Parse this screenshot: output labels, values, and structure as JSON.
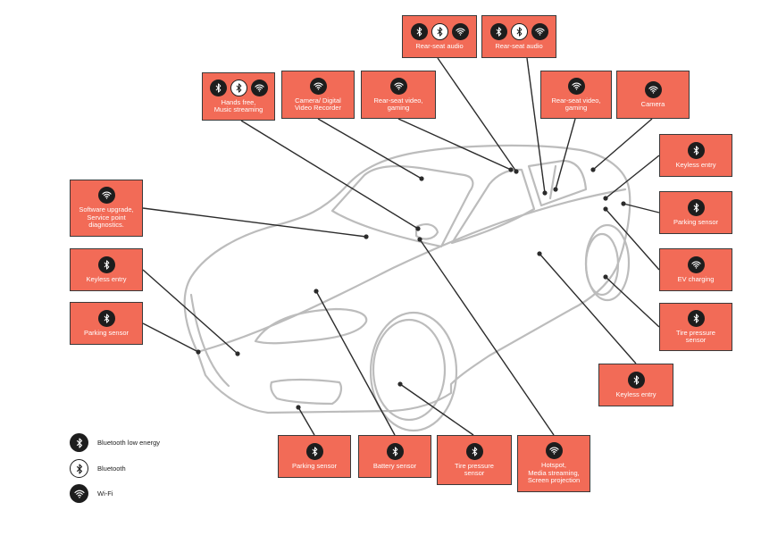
{
  "colors": {
    "box_fill": "#f26b57",
    "icon_dark": "#1d1d1d",
    "car_outline": "#bcbcbc",
    "leader": "#2b2b2b"
  },
  "icons": {
    "bluetooth_low_energy": "bluetooth-icon (dark)",
    "bluetooth": "bluetooth-icon (light)",
    "wifi": "wifi-icon (dark)"
  },
  "boxes": [
    {
      "id": "rear-seat-audio-1",
      "label": "Rear-seat audio",
      "icons": [
        "ble",
        "bt",
        "wifi"
      ]
    },
    {
      "id": "rear-seat-audio-2",
      "label": "Rear-seat audio",
      "icons": [
        "ble",
        "bt",
        "wifi"
      ]
    },
    {
      "id": "hands-free",
      "label": "Hands free,\nMusic streaming",
      "icons": [
        "ble",
        "bt",
        "wifi"
      ]
    },
    {
      "id": "camera-dvr",
      "label": "Camera/ Digital\nVideo Recorder",
      "icons": [
        "wifi"
      ]
    },
    {
      "id": "rear-seat-video-1",
      "label": "Rear-seat video,\ngaming",
      "icons": [
        "wifi"
      ]
    },
    {
      "id": "rear-seat-video-2",
      "label": "Rear-seat video,\ngaming",
      "icons": [
        "wifi"
      ]
    },
    {
      "id": "camera",
      "label": "Camera",
      "icons": [
        "wifi"
      ]
    },
    {
      "id": "keyless-entry-right",
      "label": "Keyless entry",
      "icons": [
        "ble"
      ]
    },
    {
      "id": "parking-sensor-right",
      "label": "Parking sensor",
      "icons": [
        "ble"
      ]
    },
    {
      "id": "ev-charging",
      "label": "EV charging",
      "icons": [
        "wifi"
      ]
    },
    {
      "id": "tire-pressure-right",
      "label": "Tire pressure\nsensor",
      "icons": [
        "ble"
      ]
    },
    {
      "id": "keyless-entry-bottom-right",
      "label": "Keyless entry",
      "icons": [
        "ble"
      ]
    },
    {
      "id": "software-upgrade",
      "label": "Software upgrade,\nService point\ndiagnostics.",
      "icons": [
        "wifi"
      ]
    },
    {
      "id": "keyless-entry-left",
      "label": "Keyless entry",
      "icons": [
        "ble"
      ]
    },
    {
      "id": "parking-sensor-left",
      "label": "Parking sensor",
      "icons": [
        "ble"
      ]
    },
    {
      "id": "parking-sensor-bottom",
      "label": "Parking sensor",
      "icons": [
        "ble"
      ]
    },
    {
      "id": "battery-sensor",
      "label": "Battery sensor",
      "icons": [
        "ble"
      ]
    },
    {
      "id": "tire-pressure-bottom",
      "label": "Tire pressure\nsensor",
      "icons": [
        "ble"
      ]
    },
    {
      "id": "hotspot",
      "label": "Hotspot,\nMedia streaming,\nScreen projection",
      "icons": [
        "wifi"
      ]
    }
  ],
  "legend": [
    {
      "icon": "ble",
      "label": "Bluetooth low energy"
    },
    {
      "icon": "bt",
      "label": "Bluetooth"
    },
    {
      "icon": "wifi",
      "label": "Wi-Fi"
    }
  ]
}
